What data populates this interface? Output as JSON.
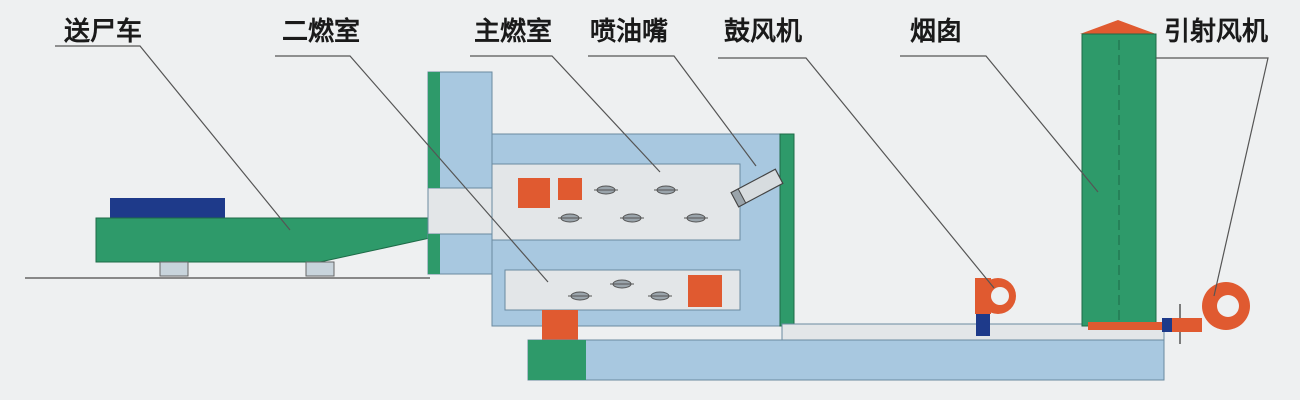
{
  "labels": {
    "cart": "送尸车",
    "secondary_chamber": "二燃室",
    "main_chamber": "主燃室",
    "nozzle": "喷油嘴",
    "blower": "鼓风机",
    "chimney": "烟囱",
    "induced_fan": "引射风机"
  },
  "colors": {
    "background": "#eef0f1",
    "green": "#2e9a6a",
    "dark_green": "#1e7a52",
    "light_blue": "#a8c8e0",
    "inner_gray": "#e3e6e8",
    "orange": "#e05a30",
    "navy": "#1e3a8a",
    "leader": "#555555"
  }
}
